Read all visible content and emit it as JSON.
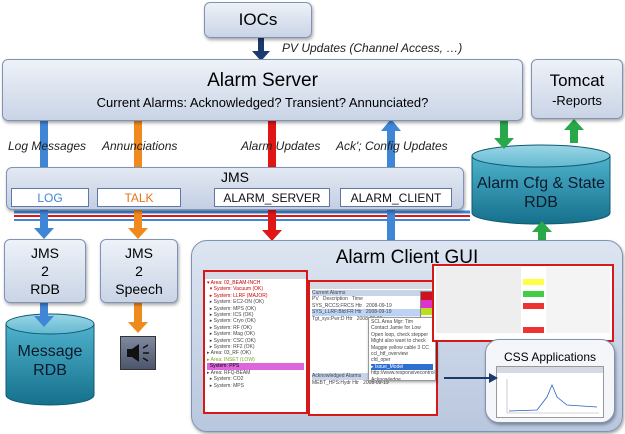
{
  "iocs": {
    "label": "IOCs"
  },
  "pv_updates": {
    "label": "PV Updates (Channel Access, …)"
  },
  "alarm_server": {
    "title": "Alarm Server",
    "subtitle": "Current Alarms:  Acknowledged?  Transient?  Annunciated?"
  },
  "tomcat": {
    "title": "Tomcat",
    "subtitle": "-Reports"
  },
  "flow_labels": {
    "log_messages": "Log Messages",
    "annunciations": "Annunciations",
    "alarm_updates": "Alarm Updates",
    "ack_config": "Ack'; Config Updates"
  },
  "jms": {
    "title": "JMS",
    "queues": [
      "LOG",
      "TALK",
      "ALARM_SERVER",
      "ALARM_CLIENT"
    ]
  },
  "alarm_rdb": {
    "line1": "Alarm Cfg & State",
    "line2": "RDB"
  },
  "jms2rdb": {
    "line1": "JMS",
    "line2": "2",
    "line3": "RDB"
  },
  "jms2speech": {
    "line1": "JMS",
    "line2": "2",
    "line3": "Speech"
  },
  "message_rdb": {
    "line1": "Message",
    "line2": "RDB"
  },
  "gui": {
    "title": "Alarm Client GUI"
  },
  "css_apps": {
    "title": "CSS Applications"
  },
  "colors": {
    "dark_arrow": "#1d3a6e",
    "blue_arrow": "#3f86d6",
    "orange_arrow": "#f08a1e",
    "red_arrow": "#e01515",
    "green_arrow": "#28a84b",
    "cylinder": "#1e8aa8",
    "talk_text": "#e8731a",
    "log_text": "#3f86d6"
  },
  "icons": {
    "speaker": "speaker-icon"
  }
}
